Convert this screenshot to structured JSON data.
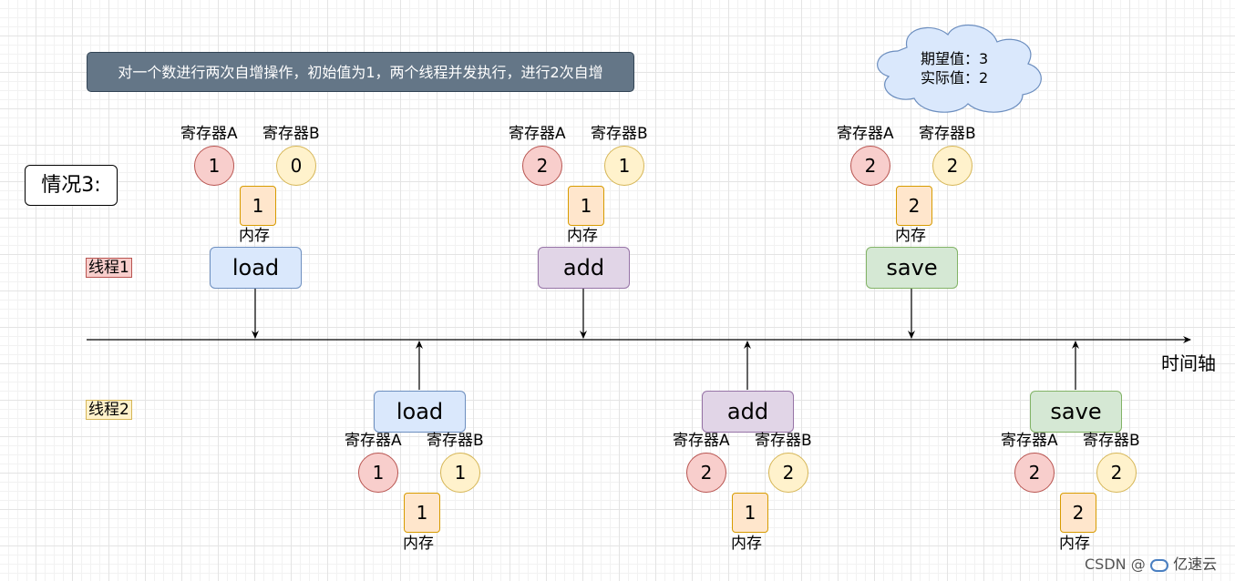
{
  "banner": "对一个数进行两次自增操作，初始值为1，两个线程并发执行，进行2次自增",
  "situation_label": "情况3:",
  "thread1_label": "线程1",
  "thread2_label": "线程2",
  "axis_label": "时间轴",
  "cloud": {
    "expected": "期望值：3",
    "actual": "实际值：2"
  },
  "reg_a_label": "寄存器A",
  "reg_b_label": "寄存器B",
  "mem_label": "内存",
  "steps": [
    {
      "thread": 1,
      "op": "load",
      "reg_a": "1",
      "reg_b": "0",
      "mem": "1"
    },
    {
      "thread": 2,
      "op": "load",
      "reg_a": "1",
      "reg_b": "1",
      "mem": "1"
    },
    {
      "thread": 1,
      "op": "add",
      "reg_a": "2",
      "reg_b": "1",
      "mem": "1"
    },
    {
      "thread": 2,
      "op": "add",
      "reg_a": "2",
      "reg_b": "2",
      "mem": "1"
    },
    {
      "thread": 1,
      "op": "save",
      "reg_a": "2",
      "reg_b": "2",
      "mem": "2"
    },
    {
      "thread": 2,
      "op": "save",
      "reg_a": "2",
      "reg_b": "2",
      "mem": "2"
    }
  ],
  "watermark": "CSDN @",
  "brand": "亿速云",
  "colors": {
    "banner_bg": "#647687",
    "load": "#dae8fc",
    "add": "#e1d5e7",
    "save": "#d5e8d4",
    "reg_a": "#f8cecc",
    "reg_b": "#fff2cc",
    "memory": "#ffe6cc",
    "cloud": "#dae8fc"
  }
}
